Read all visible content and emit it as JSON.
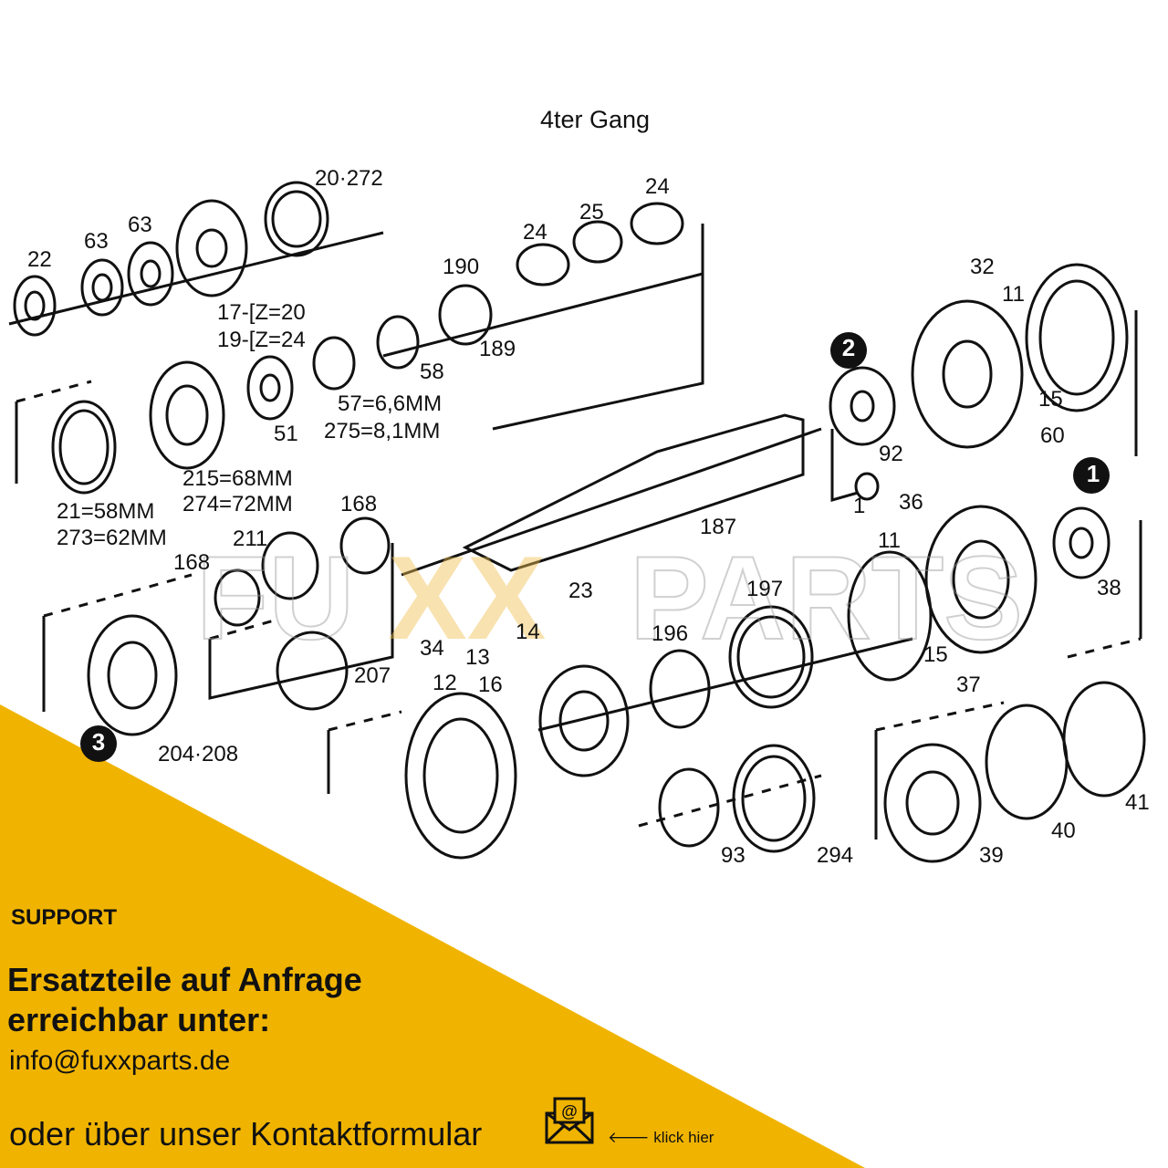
{
  "diagram": {
    "title": "4ter Gang",
    "watermark_left": "FU",
    "watermark_mid": "XX",
    "watermark_right": "PARTS",
    "part_labels": [
      "20·272",
      "22",
      "63",
      "63",
      "17-[Z=20",
      "19-[Z=24",
      "190",
      "24",
      "25",
      "24",
      "32",
      "11",
      "15",
      "60",
      "2",
      "92",
      "189",
      "58",
      "57=6,6MM",
      "275=8,1MM",
      "51",
      "215=68MM",
      "274=72MM",
      "21=58MM",
      "273=62MM",
      "168",
      "211",
      "168",
      "187",
      "36",
      "1",
      "11",
      "1",
      "38",
      "23",
      "197",
      "196",
      "14",
      "34",
      "13",
      "16",
      "12",
      "207",
      "204·208",
      "3",
      "15",
      "37",
      "93",
      "294",
      "39",
      "40",
      "41"
    ]
  },
  "support": {
    "label": "SUPPORT",
    "headline_line1": "Ersatzteile auf Anfrage",
    "headline_line2": "erreichbar unter:",
    "email": "info@fuxxparts.de",
    "contact_text": "oder über unser Kontaktformular",
    "click_hint": "🡐 klick hier",
    "mail_icon": "envelope-at-icon",
    "band_color": "#f0b400"
  }
}
